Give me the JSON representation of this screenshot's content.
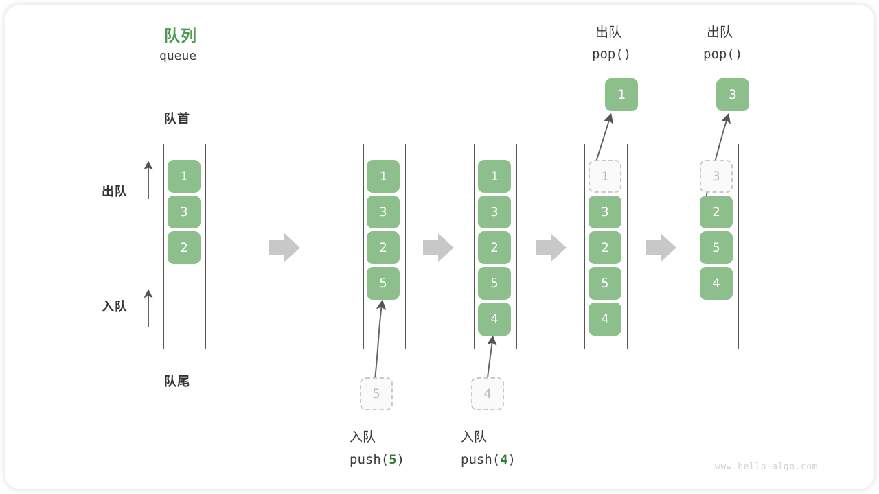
{
  "meta": {
    "title_cn": "队列",
    "title_en": "queue",
    "front_label": "队首",
    "rear_label": "队尾",
    "dequeue_label": "出队",
    "enqueue_label": "入队",
    "watermark": "www.hello-algo.com",
    "accent_green": "#8cbf8c",
    "title_green": "#4e9a51",
    "code_green": "#2e7d32",
    "arrow_gray": "#c8c8c8",
    "rail_gray": "#555555",
    "ghost_gray": "#c9c9c9"
  },
  "columns": [
    {
      "id": "initial",
      "header_cn": "",
      "header_code": "",
      "cells": [
        "1",
        "3",
        "2"
      ],
      "ghost_index": -1,
      "popped_value": "",
      "incoming_value": "",
      "caption_cn": "",
      "caption_code_prefix": "",
      "caption_code_value": "",
      "caption_code_suffix": ""
    },
    {
      "id": "push5",
      "header_cn": "",
      "header_code": "",
      "cells": [
        "1",
        "3",
        "2",
        "5"
      ],
      "ghost_index": -1,
      "popped_value": "",
      "incoming_value": "5",
      "caption_cn": "入队",
      "caption_code_prefix": "push(",
      "caption_code_value": "5",
      "caption_code_suffix": ")"
    },
    {
      "id": "push4",
      "header_cn": "",
      "header_code": "",
      "cells": [
        "1",
        "3",
        "2",
        "5",
        "4"
      ],
      "ghost_index": -1,
      "popped_value": "",
      "incoming_value": "4",
      "caption_cn": "入队",
      "caption_code_prefix": "push(",
      "caption_code_value": "4",
      "caption_code_suffix": ")"
    },
    {
      "id": "pop1",
      "header_cn": "出队",
      "header_code": "pop()",
      "cells": [
        "1",
        "3",
        "2",
        "5",
        "4"
      ],
      "ghost_index": 0,
      "popped_value": "1",
      "incoming_value": "",
      "caption_cn": "",
      "caption_code_prefix": "",
      "caption_code_value": "",
      "caption_code_suffix": ""
    },
    {
      "id": "pop3",
      "header_cn": "出队",
      "header_code": "pop()",
      "cells": [
        "3",
        "2",
        "5",
        "4"
      ],
      "ghost_index": 0,
      "popped_value": "3",
      "incoming_value": "",
      "caption_cn": "",
      "caption_code_prefix": "",
      "caption_code_value": "",
      "caption_code_suffix": ""
    }
  ],
  "flow_arrows": 4
}
